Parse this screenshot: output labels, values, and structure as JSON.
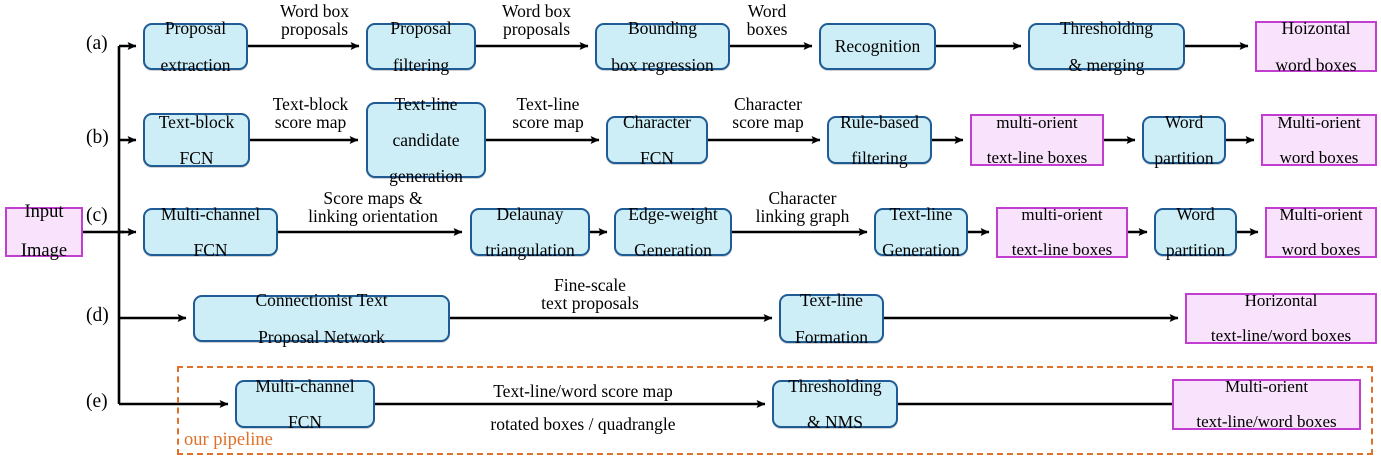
{
  "figure": {
    "type": "flowchart",
    "orientation": "left-to-right",
    "colors": {
      "process_fill": "#cdeef7",
      "process_border": "#1f5c96",
      "output_fill": "#f9e2fb",
      "output_border": "#c23ed0",
      "highlight_dashed": "#e0712a",
      "wire": "#000000",
      "background": "#ffffff"
    }
  },
  "input": {
    "label": "Input\nImage",
    "line1": "Input",
    "line2": "Image"
  },
  "row_tags": {
    "a": "(a)",
    "b": "(b)",
    "c": "(c)",
    "d": "(d)",
    "e": "(e)"
  },
  "highlight": {
    "label": "our pipeline"
  },
  "rows": [
    {
      "tag": "(a)",
      "nodes": [
        {
          "name": "proposal-extraction",
          "kind": "process",
          "line1": "Proposal",
          "line2": "extraction"
        },
        {
          "name": "proposal-filtering",
          "kind": "process",
          "line1": "Proposal",
          "line2": "filtering"
        },
        {
          "name": "bounding-box-regression",
          "kind": "process",
          "line1": "Bounding",
          "line2": "box regression"
        },
        {
          "name": "recognition",
          "kind": "process",
          "line1": "Recognition",
          "line2": ""
        },
        {
          "name": "thresholding-merging",
          "kind": "process",
          "line1": "Thresholding",
          "line2": "& merging"
        },
        {
          "name": "hoizontal-word-boxes",
          "kind": "output",
          "line1": "Hoizontal",
          "line2": "word boxes"
        }
      ],
      "edge_labels": [
        {
          "line1": "Word box",
          "line2": "proposals"
        },
        {
          "line1": "Word box",
          "line2": "proposals"
        },
        {
          "line1": "Word",
          "line2": "boxes"
        }
      ]
    },
    {
      "tag": "(b)",
      "nodes": [
        {
          "name": "text-block-fcn",
          "kind": "process",
          "line1": "Text-block",
          "line2": "FCN"
        },
        {
          "name": "text-line-candidate-generation",
          "kind": "process",
          "line1": "Text-line",
          "line2": "candidate",
          "line3": "generation"
        },
        {
          "name": "character-fcn",
          "kind": "process",
          "line1": "Character",
          "line2": "FCN"
        },
        {
          "name": "rule-based-filtering",
          "kind": "process",
          "line1": "Rule-based",
          "line2": "filtering"
        },
        {
          "name": "multi-orient-text-line-boxes",
          "kind": "output",
          "line1": "multi-orient",
          "line2": "text-line boxes"
        },
        {
          "name": "word-partition",
          "kind": "process",
          "line1": "Word",
          "line2": "partition"
        },
        {
          "name": "multi-orient-word-boxes",
          "kind": "output",
          "line1": "Multi-orient",
          "line2": "word boxes"
        }
      ],
      "edge_labels": [
        {
          "line1": "Text-block",
          "line2": "score map"
        },
        {
          "line1": "Text-line",
          "line2": "score map"
        },
        {
          "line1": "Character",
          "line2": "score map"
        }
      ]
    },
    {
      "tag": "(c)",
      "nodes": [
        {
          "name": "multi-channel-fcn-c",
          "kind": "process",
          "line1": "Multi-channel",
          "line2": "FCN"
        },
        {
          "name": "delaunay-triangulation",
          "kind": "process",
          "line1": "Delaunay",
          "line2": "triangulation"
        },
        {
          "name": "edge-weight-generation",
          "kind": "process",
          "line1": "Edge-weight",
          "line2": "Generation"
        },
        {
          "name": "text-line-generation",
          "kind": "process",
          "line1": "Text-line",
          "line2": "Generation"
        },
        {
          "name": "multi-orient-text-line-boxes-c",
          "kind": "output",
          "line1": "multi-orient",
          "line2": "text-line boxes"
        },
        {
          "name": "word-partition-c",
          "kind": "process",
          "line1": "Word",
          "line2": "partition"
        },
        {
          "name": "multi-orient-word-boxes-c",
          "kind": "output",
          "line1": "Multi-orient",
          "line2": "word boxes"
        }
      ],
      "edge_labels": [
        {
          "line1": "Score maps &",
          "line2": "linking orientation"
        },
        {
          "line1": "Character",
          "line2": "linking graph"
        }
      ]
    },
    {
      "tag": "(d)",
      "nodes": [
        {
          "name": "connectionist-text-proposal-network",
          "kind": "process",
          "line1": "Connectionist Text",
          "line2": "Proposal Network"
        },
        {
          "name": "text-line-formation",
          "kind": "process",
          "line1": "Text-line",
          "line2": "Formation"
        },
        {
          "name": "horizontal-text-line-word-boxes",
          "kind": "output",
          "line1": "Horizontal",
          "line2": "text-line/word boxes"
        }
      ],
      "edge_labels": [
        {
          "line1": "Fine-scale",
          "line2": "text proposals"
        }
      ]
    },
    {
      "tag": "(e)",
      "nodes": [
        {
          "name": "multi-channel-fcn-e",
          "kind": "process",
          "line1": "Multi-channel",
          "line2": "FCN"
        },
        {
          "name": "thresholding-nms",
          "kind": "process",
          "line1": "Thresholding",
          "line2": "& NMS"
        },
        {
          "name": "multi-orient-text-line-word-boxes",
          "kind": "output",
          "line1": "Multi-orient",
          "line2": "text-line/word boxes"
        }
      ],
      "edge_labels": [
        {
          "line1": "Text-line/word score map",
          "line2": "rotated boxes / quadrangle"
        }
      ]
    }
  ]
}
